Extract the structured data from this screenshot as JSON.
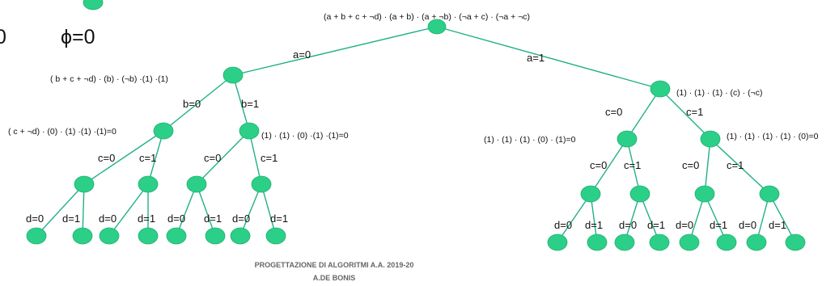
{
  "top_left": {
    "left_partial": "0",
    "phi_label": "ϕ=0"
  },
  "root_formula": "(a + b + c + ¬d) · (a + b) · (a + ¬b) · (¬a + c) · (¬a + ¬c)",
  "edges": {
    "a0": "a=0",
    "a1": "a=1",
    "b0": "b=0",
    "b1": "b=1",
    "c0_left": "c=0",
    "c1_left": "c=1",
    "c0_mid": "c=0",
    "c1_mid": "c=1",
    "c0_right_top": "c=0",
    "c1_right_top": "c=1",
    "c0_right_a": "c=0",
    "c1_right_a": "c=1",
    "c0_right_b": "c=0",
    "c1_right_b": "c=1",
    "d_labels": [
      "d=0",
      "d=1",
      "d=0",
      "d=1",
      "d=0",
      "d=1",
      "d=0",
      "d=1",
      "d=0",
      "d=1",
      "d=0",
      "d=1",
      "d=0",
      "d=1",
      "d=0",
      "d=1"
    ]
  },
  "formulas": {
    "a0_node": "( b + c + ¬d) · (b) · (¬b) ·(1) ·(1)",
    "a0b0_node": "( c + ¬d) · (0) · (1) ·(1) ·(1)=0",
    "a0b1_node": "(1) · (1) · (0) ·(1) ·(1)=0",
    "a1_node": "(1) · (1) · (1) · (c) · (¬c)",
    "a1c0_node": "(1) · (1) · (1) · (0) · (1)=0",
    "a1c1_node": "(1) · (1) · (1) · (1) · (0)=0"
  },
  "footer": {
    "line1": "PROGETTAZIONE DI ALGORITMI A.A. 2019-20",
    "line2": "A.DE BONIS"
  },
  "colors": {
    "node_fill": "#2ccf88",
    "edge": "#22b08a"
  }
}
